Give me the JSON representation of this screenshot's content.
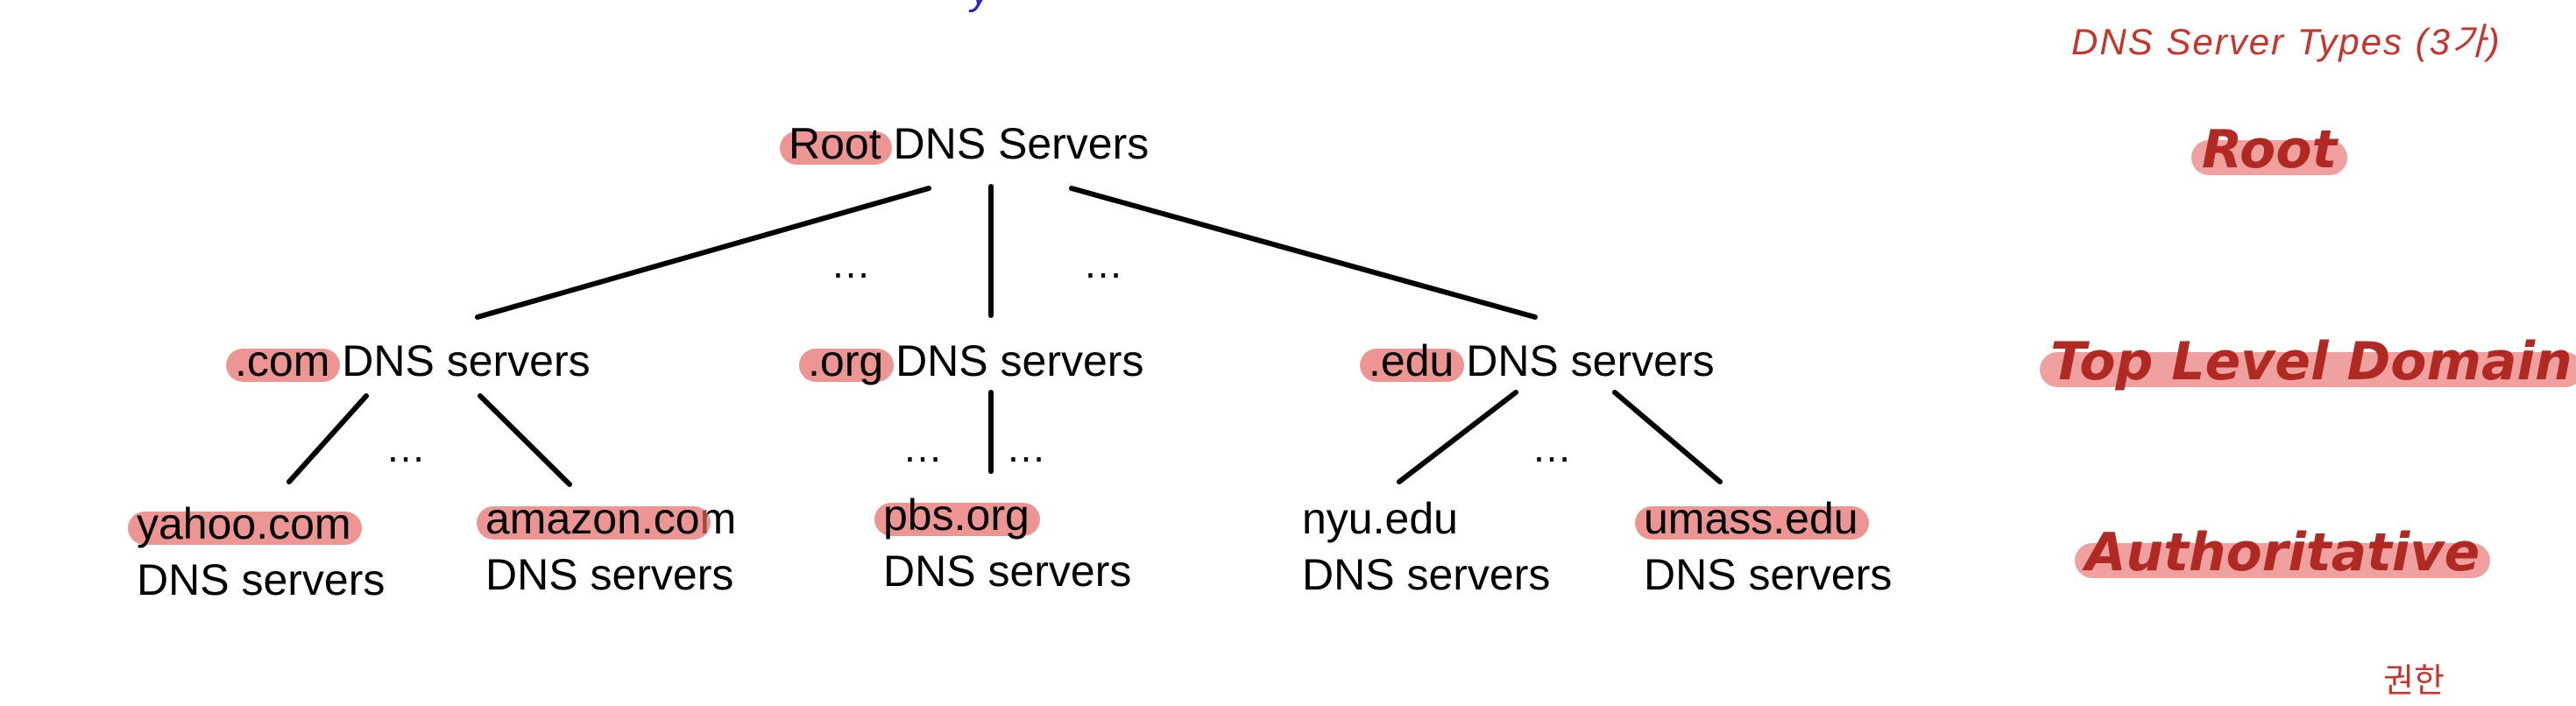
{
  "tree": {
    "root": {
      "hl": "Root",
      "rest": " DNS Servers"
    },
    "tld": [
      {
        "hl": ".com",
        "rest": " DNS servers"
      },
      {
        "hl": ".org",
        "rest": " DNS servers"
      },
      {
        "hl": ".edu",
        "rest": " DNS servers"
      }
    ],
    "leaves": [
      {
        "line1_hl": "yahoo.com",
        "line1_rest": "",
        "line2": "DNS servers"
      },
      {
        "line1_hl": "amazon.co",
        "line1_rest": "m",
        "line2": "DNS servers"
      },
      {
        "line1_hl": "pbs.org",
        "line1_rest": "",
        "line2": "DNS servers"
      },
      {
        "line1_hl": "",
        "line1_rest": "nyu.edu",
        "line2": "DNS servers"
      },
      {
        "line1_hl": "umass.edu",
        "line1_rest": "",
        "line2": "DNS servers"
      }
    ],
    "ellipsis": "…"
  },
  "annotations": {
    "title": "DNS Server Types (3가)",
    "types": [
      "Root",
      "Top Level Domain",
      "Authoritative"
    ],
    "footer": "권한"
  },
  "colors": {
    "highlight": "#e46864",
    "annotation_text": "#b02a23",
    "line": "#000000"
  }
}
